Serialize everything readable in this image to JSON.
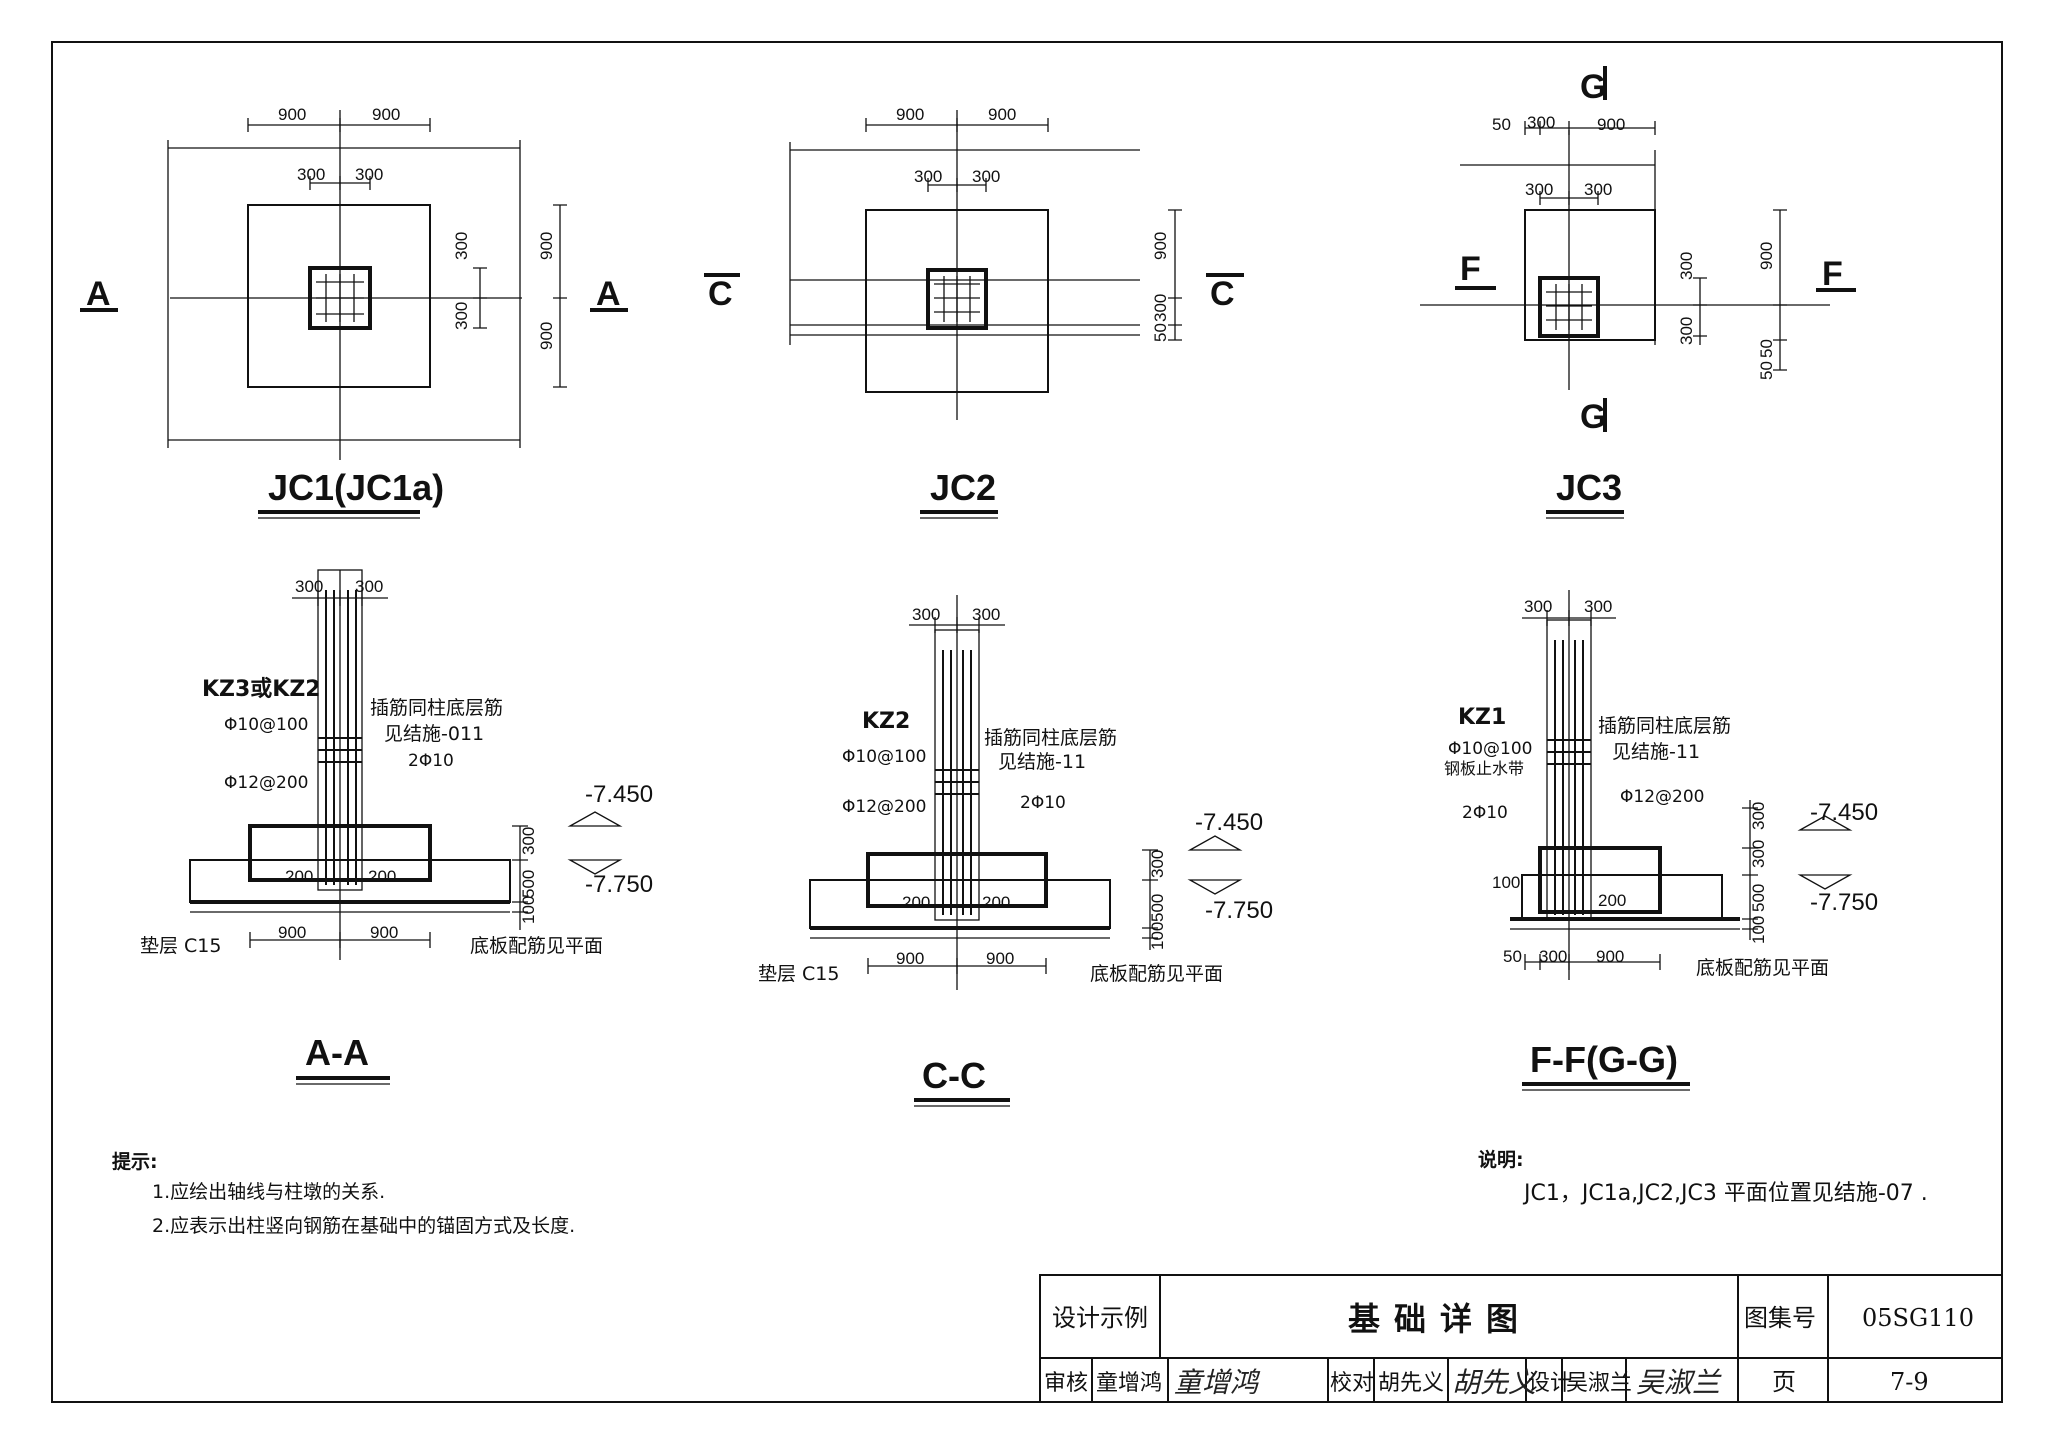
{
  "plans": [
    {
      "title": "JC1(JC1a)",
      "section": "A",
      "dims": [
        "900",
        "900",
        "300",
        "300",
        "300",
        "300",
        "900",
        "900"
      ]
    },
    {
      "title": "JC2",
      "section": "C",
      "dims": [
        "900",
        "900",
        "300",
        "300",
        "900",
        "300",
        "50"
      ]
    },
    {
      "title": "JC3",
      "section": "F",
      "section2": "G",
      "dims": [
        "50",
        "300",
        "900",
        "300",
        "300",
        "300",
        "900",
        "300",
        "50",
        "50"
      ]
    }
  ],
  "sections": [
    {
      "title": "A-A",
      "column": "KZ3或KZ2",
      "stirrup": "Φ10@100",
      "note1": "插筋同柱底层筋",
      "note2": "见结施-011",
      "bar": "2Φ10",
      "bottom_bar": "Φ12@200",
      "elev_top": "-7.450",
      "elev_bot": "-7.750",
      "cushion": "垫层 C15",
      "bottom_note": "底板配筋见平面",
      "dims": [
        "300",
        "300",
        "200",
        "200",
        "900",
        "900",
        "300",
        "500",
        "100"
      ]
    },
    {
      "title": "C-C",
      "column": "KZ2",
      "stirrup": "Φ10@100",
      "note1": "插筋同柱底层筋",
      "note2": "见结施-11",
      "bar": "2Φ10",
      "bottom_bar": "Φ12@200",
      "elev_top": "-7.450",
      "elev_bot": "-7.750",
      "cushion": "垫层 C15",
      "bottom_note": "底板配筋见平面",
      "dims": [
        "300",
        "300",
        "200",
        "200",
        "900",
        "900",
        "300",
        "500",
        "100"
      ]
    },
    {
      "title": "F-F(G-G)",
      "column": "KZ1",
      "stirrup": "Φ10@100",
      "waterstop": "钢板止水带",
      "note1": "插筋同柱底层筋",
      "note2": "见结施-11",
      "bar": "2Φ10",
      "bottom_bar": "Φ12@200",
      "elev_top": "-7.450",
      "elev_bot": "-7.750",
      "bottom_note": "底板配筋见平面",
      "dims": [
        "300",
        "300",
        "100",
        "200",
        "50",
        "300",
        "900",
        "300",
        "300",
        "500",
        "100"
      ]
    }
  ],
  "hints": {
    "heading": "提示:",
    "items": [
      "1.应绘出轴线与柱墩的关系.",
      "2.应表示出柱竖向钢筋在基础中的锚固方式及长度."
    ]
  },
  "explain": {
    "heading": "说明:",
    "text": "JC1，JC1a,JC2,JC3 平面位置见结施-07 ."
  },
  "title_block": {
    "example": "设计示例",
    "title": "基础详图",
    "atlas_label": "图集号",
    "atlas_no": "05SG110",
    "review_label": "审核",
    "review_name": "童增鸿",
    "check_label": "校对",
    "check_name": "胡先义",
    "design_label": "设计",
    "design_name": "吴淑兰",
    "page_label": "页",
    "page_no": "7-9",
    "sig1": "童增鸿",
    "sig2": "胡先义",
    "sig3": "吴淑兰"
  }
}
